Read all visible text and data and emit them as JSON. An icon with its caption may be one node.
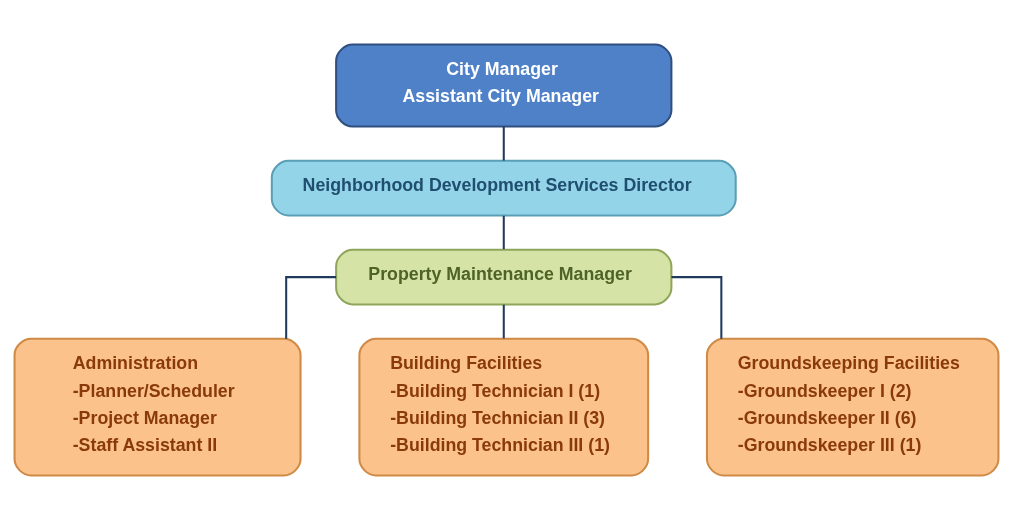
{
  "diagram": {
    "nodes": [
      {
        "text": [
          "City Manager",
          "Assistant City Manager"
        ]
      },
      {
        "text": [
          "Neighborhood Development Services Director"
        ]
      },
      {
        "text": [
          "Property Maintenance Manager"
        ]
      },
      {
        "text": [
          "Administration",
          "-Planner/Scheduler",
          "-Project Manager",
          "-Staff Assistant II"
        ]
      },
      {
        "text": [
          "Building Facilities",
          "-Building Technician I (1)",
          "-Building Technician II (3)",
          "-Building Technician III (1)"
        ]
      },
      {
        "text": [
          "Groundskeeping Facilities",
          "-Groundskeeper I (2)",
          "-Groundskeeper II (6)",
          "-Groundskeeper III (1)"
        ]
      }
    ],
    "edges": [
      {
        "from": 0,
        "to": 1,
        "arrow": "none"
      },
      {
        "from": 1,
        "to": 2,
        "arrow": "none"
      },
      {
        "from": 2,
        "to": 3,
        "arrow": "none"
      },
      {
        "from": 2,
        "to": 4,
        "arrow": "none"
      },
      {
        "from": 2,
        "to": 5,
        "arrow": "none"
      }
    ]
  }
}
